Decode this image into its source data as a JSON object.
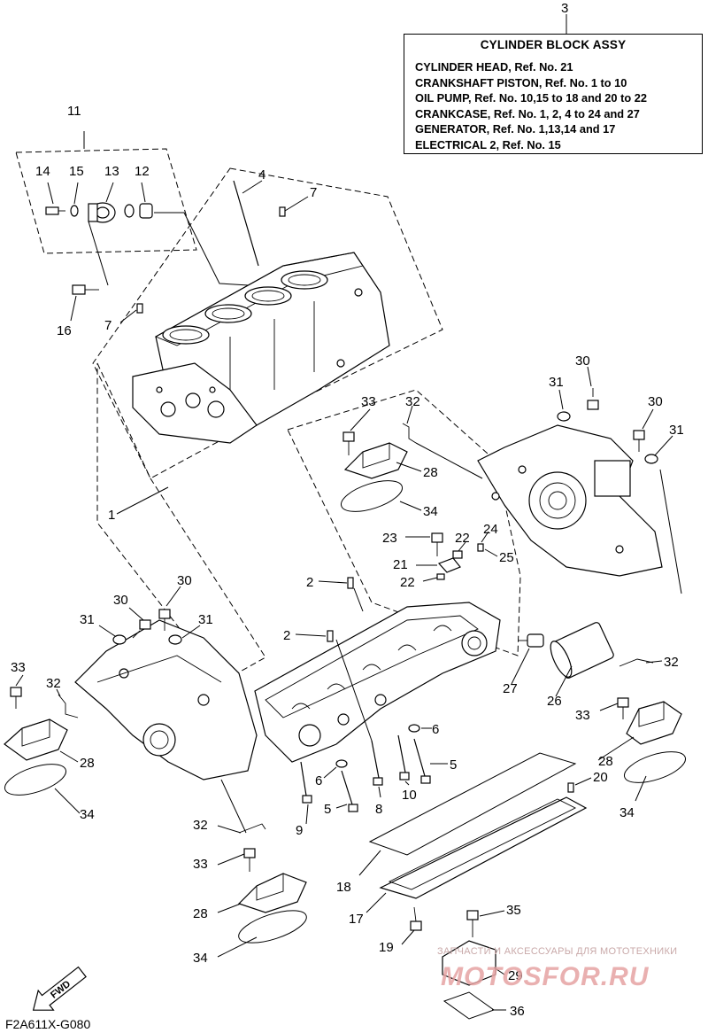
{
  "assembly_box": {
    "callout": "3",
    "title": "CYLINDER BLOCK ASSY",
    "lines": [
      "CYLINDER HEAD, Ref. No. 21",
      "CRANKSHAFT PISTON, Ref. No. 1 to 10",
      "OIL PUMP, Ref. No. 10,15 to 18 and 20 to 22",
      "CRANKCASE, Ref. No. 1, 2, 4 to 24 and 27",
      "GENERATOR, Ref. No. 1,13,14 and 17",
      "ELECTRICAL 2,  Ref. No. 15"
    ]
  },
  "callouts": {
    "c1": "1",
    "c2a": "2",
    "c2b": "2",
    "c4": "4",
    "c5a": "5",
    "c5b": "5",
    "c6a": "6",
    "c6b": "6",
    "c7a": "7",
    "c7b": "7",
    "c8": "8",
    "c9": "9",
    "c10": "10",
    "c11": "11",
    "c12": "12",
    "c13": "13",
    "c14": "14",
    "c15": "15",
    "c16": "16",
    "c17": "17",
    "c18": "18",
    "c19": "19",
    "c20": "20",
    "c21": "21",
    "c22a": "22",
    "c22b": "22",
    "c23": "23",
    "c24": "24",
    "c25": "25",
    "c26": "26",
    "c27": "27",
    "c28a": "28",
    "c28b": "28",
    "c28c": "28",
    "c28d": "28",
    "c29": "29",
    "c30a": "30",
    "c30b": "30",
    "c30c": "30",
    "c31a": "31",
    "c31b": "31",
    "c31c": "31",
    "c31d": "31",
    "c32a": "32",
    "c32b": "32",
    "c32c": "32",
    "c32d": "32",
    "c33a": "33",
    "c33b": "33",
    "c33c": "33",
    "c33d": "33",
    "c34a": "34",
    "c34b": "34",
    "c34c": "34",
    "c34d": "34",
    "c35": "35",
    "c36": "36"
  },
  "fwd_label": "FWD",
  "drawing_code": "F2A611X-G080",
  "watermark": "ЗАПЧАСТИ И АКСЕССУАРЫ ДЛЯ МОТОТЕХНИКИ",
  "logo_text": "MOTOSFOR.RU"
}
